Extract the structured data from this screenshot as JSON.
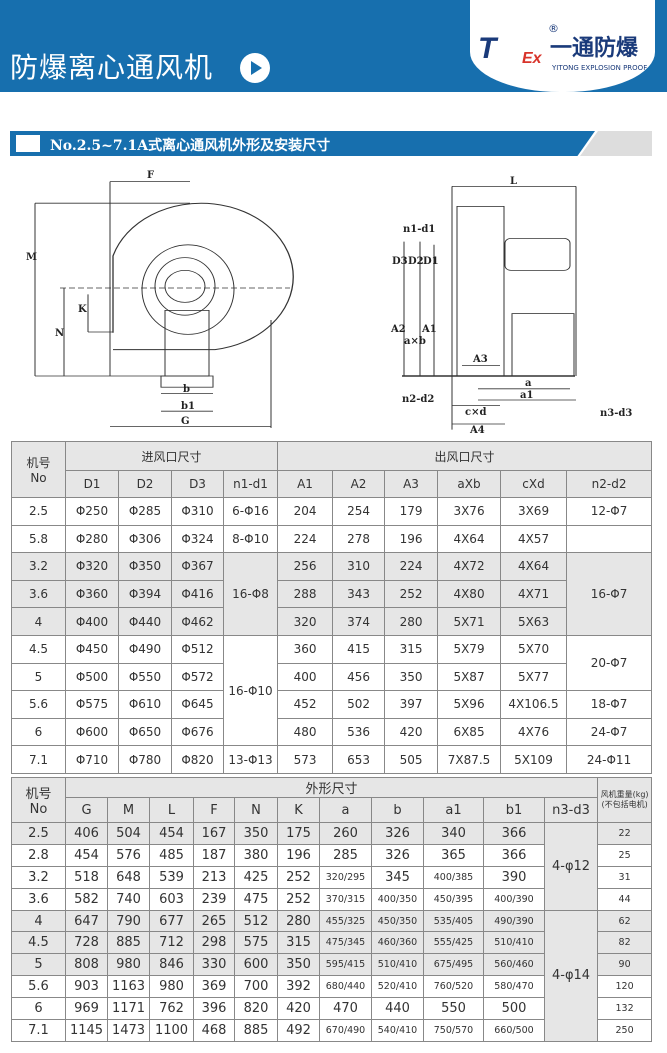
{
  "header": {
    "title": "防爆离心通风机",
    "logo": {
      "mark": "T",
      "ex": "Ex",
      "reg": "®",
      "cn": "一通防爆",
      "en": "YITONG EXPLOSION PROOF"
    }
  },
  "section": {
    "title": "No.2.5~7.1A式离心通风机外形及安装尺寸"
  },
  "drawing": {
    "front": [
      "F",
      "M",
      "N",
      "K",
      "b",
      "b1",
      "G"
    ],
    "side": [
      "L",
      "n1-d1",
      "D3",
      "D2",
      "D1",
      "A2",
      "a×b",
      "A1",
      "A3",
      "n2-d2",
      "c×d",
      "A4",
      "a",
      "a1",
      "n3-d3"
    ]
  },
  "table1": {
    "no_label": "机号",
    "no_label2": "No",
    "inlet_title": "进风口尺寸",
    "outlet_title": "出风口尺寸",
    "columns": [
      "D1",
      "D2",
      "D3",
      "n1-d1",
      "A1",
      "A2",
      "A3",
      "aXb",
      "cXd",
      "n2-d2"
    ],
    "rows": [
      [
        "2.5",
        "Φ250",
        "Φ285",
        "Φ310",
        "6-Φ16",
        "204",
        "254",
        "179",
        "3X76",
        "3X69",
        "12-Φ7"
      ],
      [
        "5.8",
        "Φ280",
        "Φ306",
        "Φ324",
        "8-Φ10",
        "224",
        "278",
        "196",
        "4X64",
        "4X57",
        ""
      ],
      [
        "3.2",
        "Φ320",
        "Φ350",
        "Φ367",
        "16-Φ8",
        "256",
        "310",
        "224",
        "4X72",
        "4X64",
        "16-Φ7"
      ],
      [
        "3.6",
        "Φ360",
        "Φ394",
        "Φ416",
        "",
        "288",
        "343",
        "252",
        "4X80",
        "4X71",
        ""
      ],
      [
        "4",
        "Φ400",
        "Φ440",
        "Φ462",
        "",
        "320",
        "374",
        "280",
        "5X71",
        "5X63",
        ""
      ],
      [
        "4.5",
        "Φ450",
        "Φ490",
        "Φ512",
        "16-Φ10",
        "360",
        "415",
        "315",
        "5X79",
        "5X70",
        "20-Φ7"
      ],
      [
        "5",
        "Φ500",
        "Φ550",
        "Φ572",
        "",
        "400",
        "456",
        "350",
        "5X87",
        "5X77",
        ""
      ],
      [
        "5.6",
        "Φ575",
        "Φ610",
        "Φ645",
        "",
        "452",
        "502",
        "397",
        "5X96",
        "4X106.5",
        "18-Φ7"
      ],
      [
        "6",
        "Φ600",
        "Φ650",
        "Φ676",
        "",
        "480",
        "536",
        "420",
        "6X85",
        "4X76",
        "24-Φ7"
      ],
      [
        "7.1",
        "Φ710",
        "Φ780",
        "Φ820",
        "13-Φ13",
        "573",
        "653",
        "505",
        "7X87.5",
        "5X109",
        "24-Φ11"
      ]
    ]
  },
  "table2": {
    "no_label": "机号",
    "no_label2": "No",
    "title": "外形尺寸",
    "weight_label": "风机重量(kg)",
    "weight_label2": "(不包括电机)",
    "columns": [
      "G",
      "M",
      "L",
      "F",
      "N",
      "K",
      "a",
      "b",
      "a1",
      "b1",
      "n3-d3"
    ],
    "rows": [
      [
        "2.5",
        "406",
        "504",
        "454",
        "167",
        "350",
        "175",
        "260",
        "326",
        "340",
        "366",
        "4-φ12",
        "22"
      ],
      [
        "2.8",
        "454",
        "576",
        "485",
        "187",
        "380",
        "196",
        "285",
        "326",
        "365",
        "366",
        "",
        "25"
      ],
      [
        "3.2",
        "518",
        "648",
        "539",
        "213",
        "425",
        "252",
        "320/295",
        "345",
        "400/385",
        "390",
        "",
        "31"
      ],
      [
        "3.6",
        "582",
        "740",
        "603",
        "239",
        "475",
        "252",
        "370/315",
        "400/350",
        "450/395",
        "400/390",
        "",
        "44"
      ],
      [
        "4",
        "647",
        "790",
        "677",
        "265",
        "512",
        "280",
        "455/325",
        "450/350",
        "535/405",
        "490/390",
        "4-φ14",
        "62"
      ],
      [
        "4.5",
        "728",
        "885",
        "712",
        "298",
        "575",
        "315",
        "475/345",
        "460/360",
        "555/425",
        "510/410",
        "",
        "82"
      ],
      [
        "5",
        "808",
        "980",
        "846",
        "330",
        "600",
        "350",
        "595/415",
        "510/410",
        "675/495",
        "560/460",
        "",
        "90"
      ],
      [
        "5.6",
        "903",
        "1163",
        "980",
        "369",
        "700",
        "392",
        "680/440",
        "520/410",
        "760/520",
        "580/470",
        "",
        "120"
      ],
      [
        "6",
        "969",
        "1171",
        "762",
        "396",
        "820",
        "420",
        "470",
        "440",
        "550",
        "500",
        "",
        "132"
      ],
      [
        "7.1",
        "1145",
        "1473",
        "1100",
        "468",
        "885",
        "492",
        "670/490",
        "540/410",
        "750/570",
        "660/500",
        "",
        "250"
      ]
    ]
  }
}
